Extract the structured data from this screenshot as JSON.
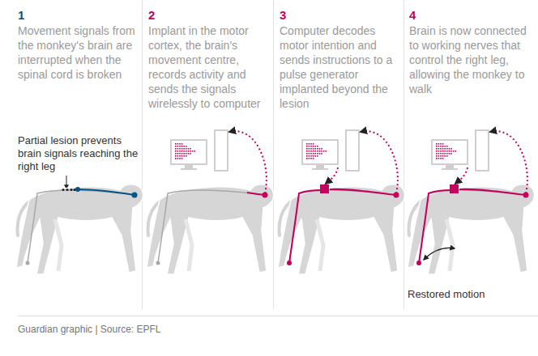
{
  "diagram": {
    "caption": "Guardian graphic | Source: EPFL",
    "labels": [
      "1",
      "Movement signals from the monkey's brain are interrupted when the spinal cord is broken",
      "2",
      "Implant in the motor cortex, the brain's movement centre, records activity and sends the signals wirelessly to computer",
      "3",
      "Computer decodes motor intention and sends instructions to a pulse generator implanted beyond the lesion",
      "4",
      "Brain is now connected to working nerves that control the right leg, allowing the monkey to walk",
      "Partial lesion prevents brain signals reaching the right leg",
      "Restored motion"
    ]
  }
}
